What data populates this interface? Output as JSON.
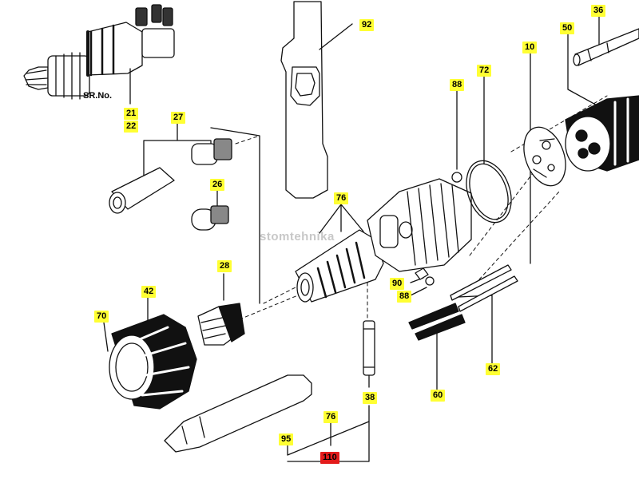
{
  "diagram": {
    "watermark": "stomtehnika",
    "serial_label": "SR.No.",
    "parts": [
      {
        "id": "p36",
        "num": "36"
      },
      {
        "id": "p50",
        "num": "50"
      },
      {
        "id": "p10",
        "num": "10"
      },
      {
        "id": "p92",
        "num": "92"
      },
      {
        "id": "p72",
        "num": "72"
      },
      {
        "id": "p88a",
        "num": "88"
      },
      {
        "id": "p21",
        "num": "21"
      },
      {
        "id": "p22",
        "num": "22"
      },
      {
        "id": "p27",
        "num": "27"
      },
      {
        "id": "p26",
        "num": "26"
      },
      {
        "id": "p76a",
        "num": "76"
      },
      {
        "id": "p28",
        "num": "28"
      },
      {
        "id": "p42",
        "num": "42"
      },
      {
        "id": "p70",
        "num": "70"
      },
      {
        "id": "p90",
        "num": "90"
      },
      {
        "id": "p88b",
        "num": "88"
      },
      {
        "id": "p62",
        "num": "62"
      },
      {
        "id": "p60",
        "num": "60"
      },
      {
        "id": "p38",
        "num": "38"
      },
      {
        "id": "p76b",
        "num": "76"
      },
      {
        "id": "p95",
        "num": "95"
      },
      {
        "id": "p110",
        "num": "110",
        "highlight": "#e31b1b"
      }
    ],
    "colors": {
      "label_bg": "#ffff33",
      "highlight": "#e31b1b",
      "ink": "#111111"
    }
  }
}
